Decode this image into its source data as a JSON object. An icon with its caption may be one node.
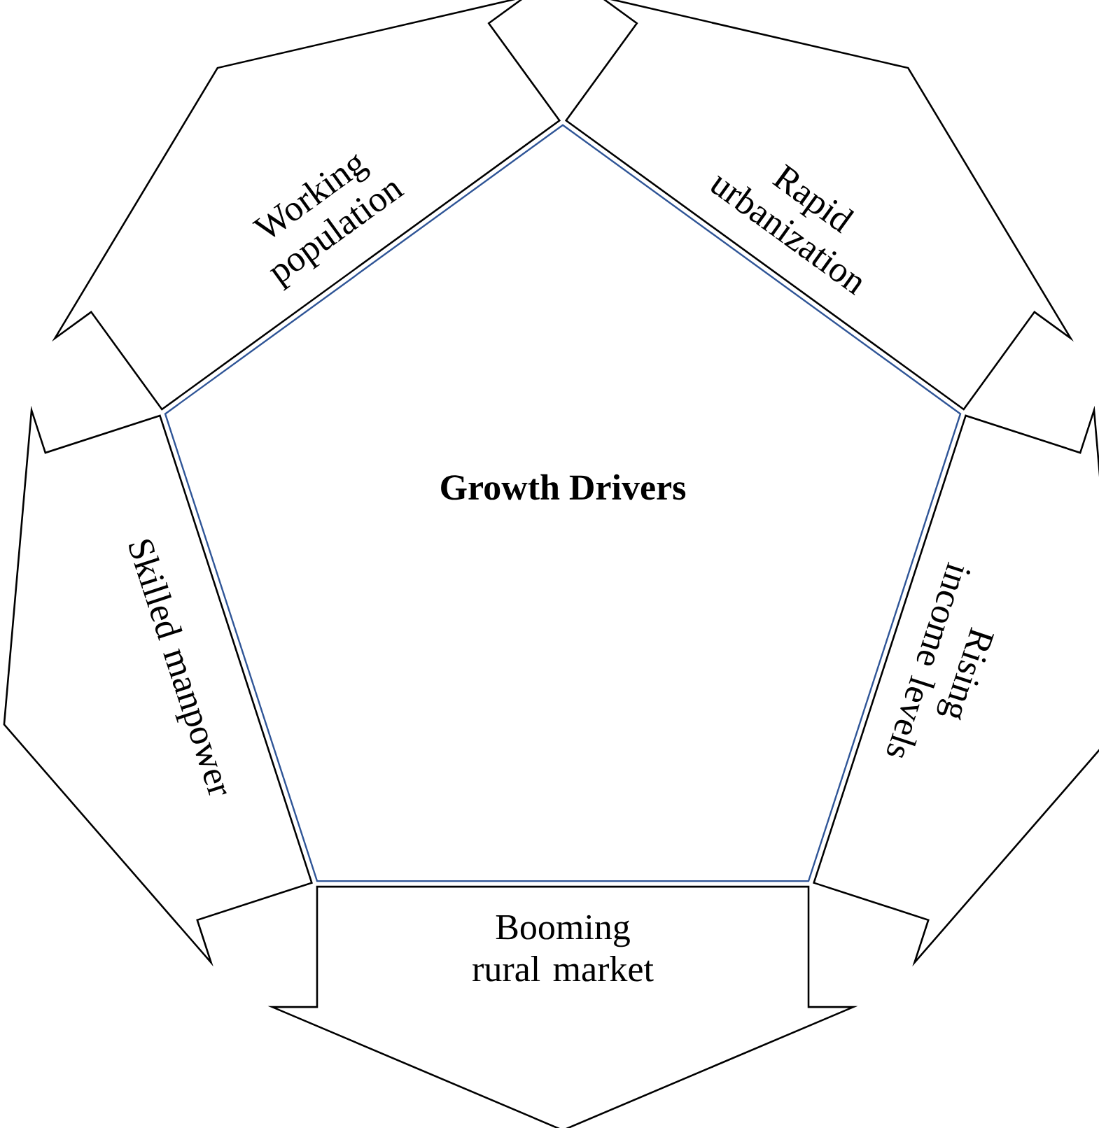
{
  "diagram": {
    "nodes": [
      {
        "text": [
          "Growth Drivers"
        ]
      },
      {
        "text": [
          "Working population"
        ]
      },
      {
        "text": [
          "Rapid urbanization"
        ]
      },
      {
        "text": [
          "Skilled manpower"
        ]
      },
      {
        "text": [
          "Rising income levels"
        ]
      },
      {
        "text": [
          "Booming rural market"
        ]
      }
    ]
  }
}
